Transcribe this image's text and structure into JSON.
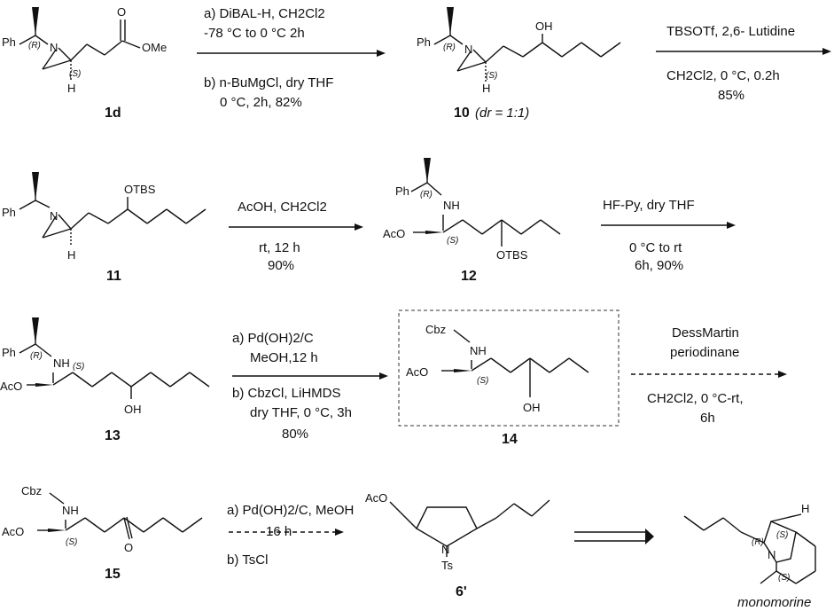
{
  "compounds": {
    "c1d": "1d",
    "c10": "10",
    "c10_dr": "(dr = 1:1)",
    "c11": "11",
    "c12": "12",
    "c13": "13",
    "c14": "14",
    "c15": "15",
    "c6": "6'",
    "monomorine": "monomorine"
  },
  "atoms": {
    "ph": "Ph",
    "n": "N",
    "h": "H",
    "oh": "OH",
    "ome": "OMe",
    "o": "O",
    "otbs": "OTBS",
    "nh": "NH",
    "aco": "AcO",
    "cbz": "Cbz",
    "ts": "Ts"
  },
  "stereo": {
    "r": "(R)",
    "s": "(S)"
  },
  "steps": {
    "s1_a1": "a) DiBAL-H, CH2Cl2",
    "s1_a2": "-78 °C to 0 °C 2h",
    "s1_b1": "b) n-BuMgCl, dry THF",
    "s1_b2": "0 °C, 2h, 82%",
    "s2_a": "TBSOTf, 2,6- Lutidine",
    "s2_b": "CH2Cl2, 0 °C, 0.2h",
    "s2_c": "85%",
    "s3_a": "AcOH, CH2Cl2",
    "s3_b": "rt, 12 h",
    "s3_c": "90%",
    "s4_a": "HF-Py, dry THF",
    "s4_b": "0 °C to rt",
    "s4_c": "6h, 90%",
    "s5_a1": "a) Pd(OH)2/C",
    "s5_a2": "MeOH,12 h",
    "s5_b1": "b) CbzCl, LiHMDS",
    "s5_b2": "dry THF, 0 °C, 3h",
    "s5_c": "80%",
    "s6_a": "DessMartin",
    "s6_b": "periodinane",
    "s6_c": "CH2Cl2, 0 °C-rt,",
    "s6_d": "6h",
    "s7_a1": "a) Pd(OH)2/C, MeOH",
    "s7_a2": "16 h",
    "s7_b": "b) TsCl"
  }
}
